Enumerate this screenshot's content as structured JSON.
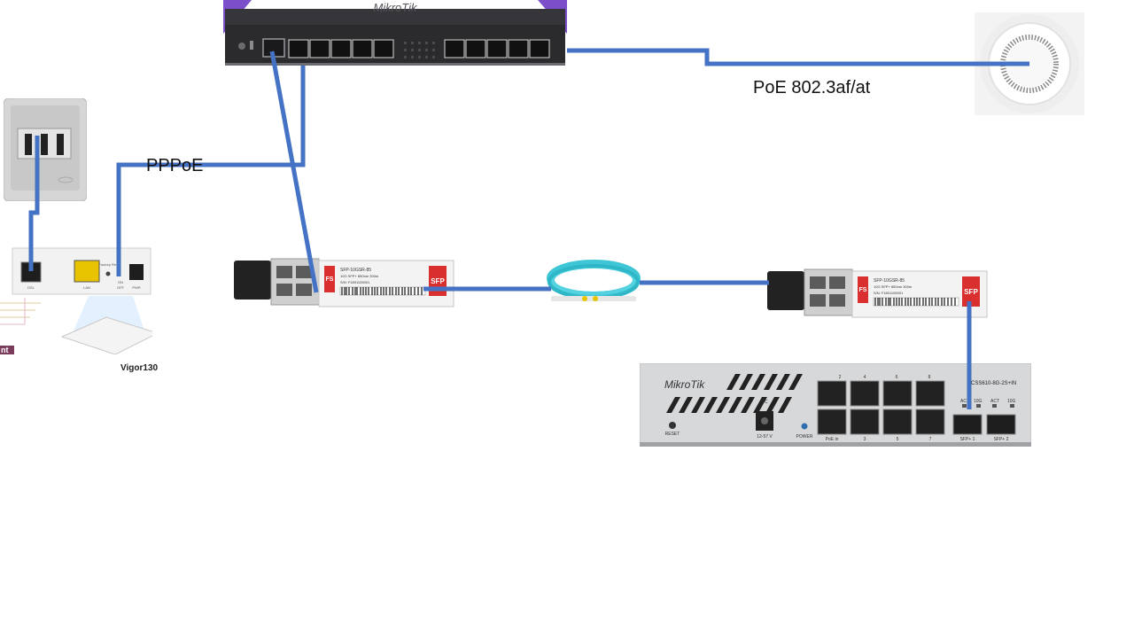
{
  "labels": {
    "pppoe": "PPPoE",
    "poe": "PoE 802.3af/at",
    "vigor": "Vigor130",
    "cut_label": "nt"
  },
  "router_top": {
    "brand": "MikroTik"
  },
  "modem": {
    "port_dsl": "DSL",
    "port_lan": "LAN",
    "reset_label": "Factory Reset",
    "on_label": "ON",
    "off_label": "OFF",
    "pwr_label": "PWR"
  },
  "sfp_module": {
    "model": "SFP-10GSR-85",
    "spec": "10G SFP+ 850nm 300m",
    "serial_left": "S/N: F1801105001",
    "serial_right": "S/N: F1801105001",
    "logo": "FS",
    "tag": "SFP"
  },
  "switch_bottom": {
    "brand": "MikroTik",
    "model": "CSS610-8G-2S+IN",
    "port_top_labels": [
      "2",
      "4",
      "6",
      "8"
    ],
    "port_bottom_labels": [
      "PoE in",
      "3",
      "5",
      "7"
    ],
    "dc_label": "DC",
    "voltage": "12-57 V",
    "power_label": "POWER",
    "reset_label": "RESET",
    "act": "ACT",
    "speed": "10G",
    "sfp1": "SFP+ 1",
    "sfp2": "SFP+ 2"
  },
  "colors": {
    "cable": "#4472c4",
    "router_body": "#2b2b2e",
    "router_purple": "#7a4fc9",
    "fiber": "#3ec6d6",
    "sfp_red": "#d9302f",
    "switch_body": "#d7d8da"
  }
}
